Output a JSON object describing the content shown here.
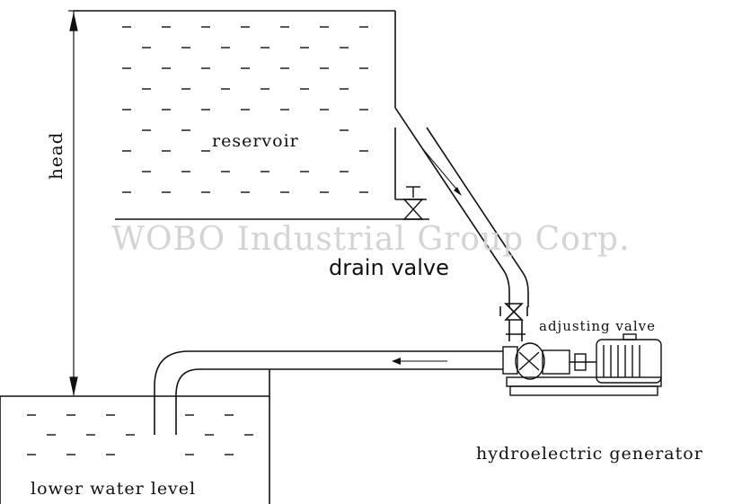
{
  "labels": {
    "reservoir": "reservoir",
    "head": "head",
    "watermark": "WOBO Industrial Group Corp.",
    "drain_valve": "drain valve",
    "adjusting_valve": "adjusting valve",
    "generator": "hydroelectric generator",
    "lower_water_level": "lower water level"
  },
  "colors": {
    "line": "#111111",
    "watermark": "#d4d4d4",
    "background": "#ffffff"
  }
}
